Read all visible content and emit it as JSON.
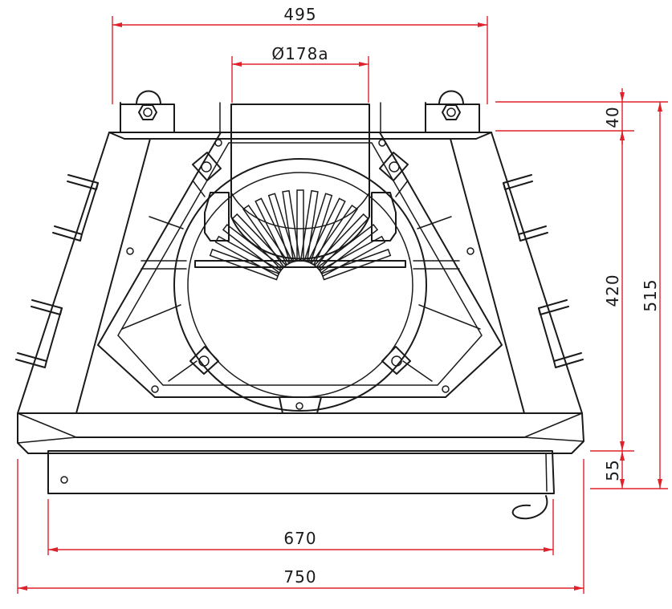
{
  "dimensions": {
    "top_width": "495",
    "flange_diameter": "Ø178a",
    "top_bracket": "40",
    "body_height": "420",
    "overall_height": "515",
    "bottom_plate": "55",
    "base_width": "670",
    "overall_width": "750"
  },
  "colors": {
    "outline": "#1a1a1a",
    "dimension_line": "#e0202a",
    "background": "#ffffff"
  }
}
